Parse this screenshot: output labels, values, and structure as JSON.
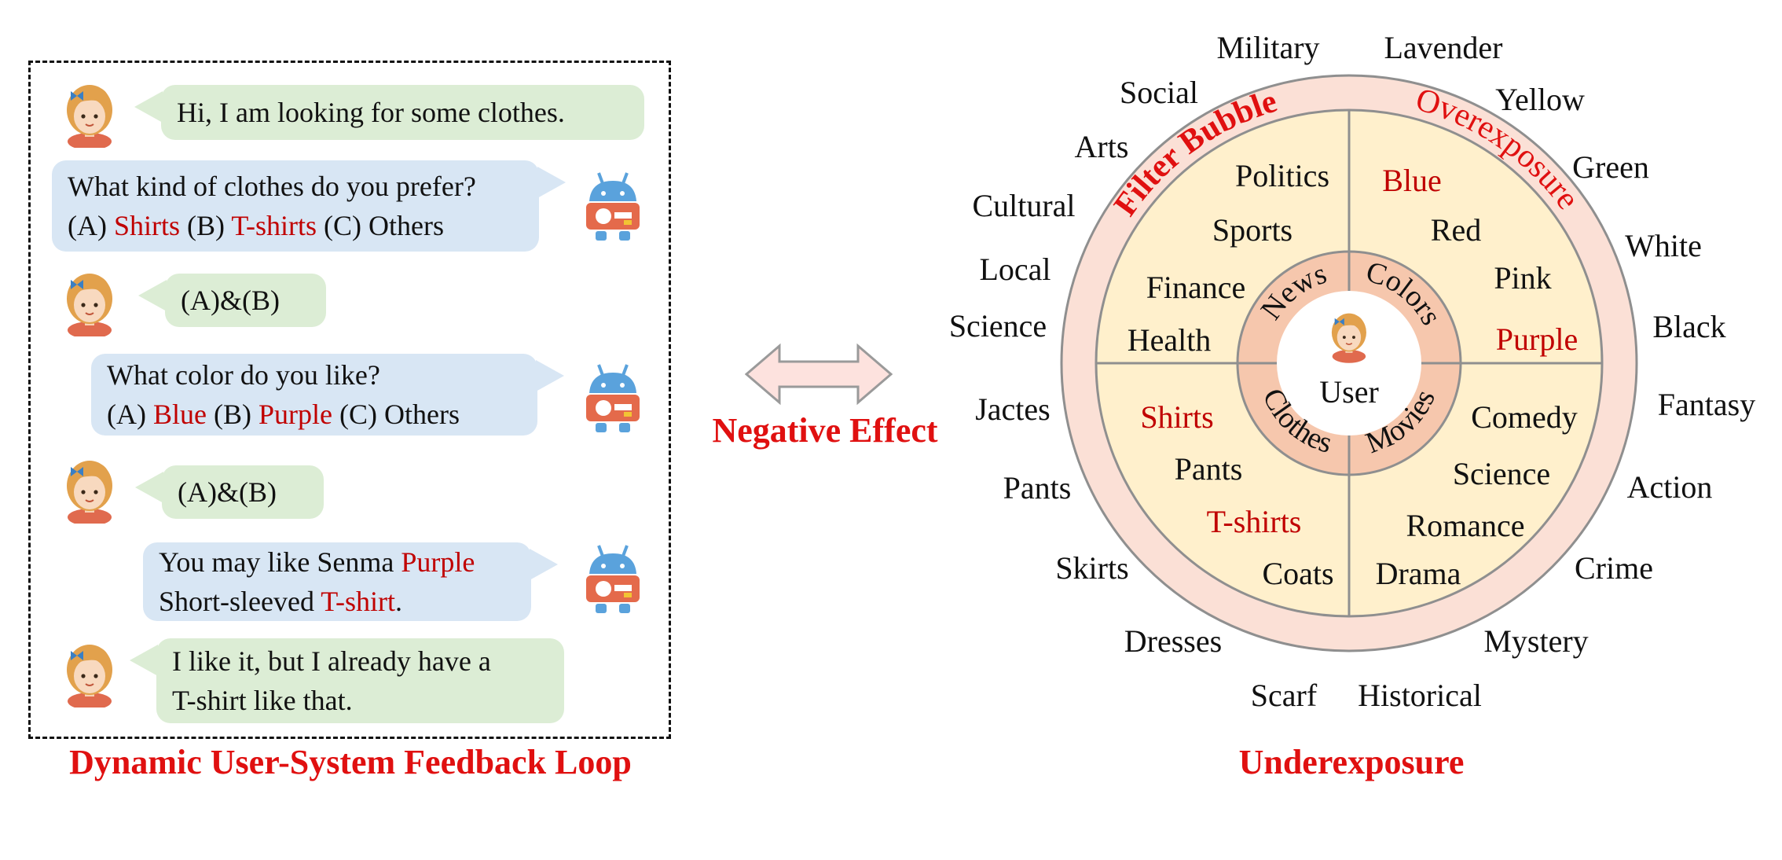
{
  "dialog": {
    "caption": "Dynamic User-System Feedback Loop",
    "turns": [
      {
        "speaker": "user",
        "lines": [
          [
            {
              "t": "Hi, I am looking for some clothes."
            }
          ]
        ]
      },
      {
        "speaker": "system",
        "lines": [
          [
            {
              "t": "What kind of clothes do you prefer?"
            }
          ],
          [
            {
              "t": "(A) "
            },
            {
              "t": "Shirts",
              "hl": true
            },
            {
              "t": " (B) "
            },
            {
              "t": "T-shirts",
              "hl": true
            },
            {
              "t": " (C) Others"
            }
          ]
        ]
      },
      {
        "speaker": "user",
        "lines": [
          [
            {
              "t": "(A)&(B)"
            }
          ]
        ]
      },
      {
        "speaker": "system",
        "lines": [
          [
            {
              "t": "What color do you like?"
            }
          ],
          [
            {
              "t": "(A) "
            },
            {
              "t": "Blue",
              "hl": true
            },
            {
              "t": " (B) "
            },
            {
              "t": "Purple",
              "hl": true
            },
            {
              "t": " (C) Others"
            }
          ]
        ]
      },
      {
        "speaker": "user",
        "lines": [
          [
            {
              "t": "(A)&(B)"
            }
          ]
        ]
      },
      {
        "speaker": "system",
        "lines": [
          [
            {
              "t": "You may like Senma "
            },
            {
              "t": "Purple",
              "hl": true
            }
          ],
          [
            {
              "t": "Short-sleeved "
            },
            {
              "t": "T-shirt",
              "hl": true
            },
            {
              "t": "."
            }
          ]
        ]
      },
      {
        "speaker": "user",
        "lines": [
          [
            {
              "t": "I like it, but I already have a"
            }
          ],
          [
            {
              "t": "T-shirt like that."
            }
          ]
        ]
      }
    ]
  },
  "effect": {
    "label": "Negative Effect"
  },
  "wheel": {
    "center_label": "User",
    "caption": "Underexposure",
    "ring_labels": {
      "left": "Filter Bubble",
      "right": "Overexposure"
    },
    "categories": [
      "News",
      "Colors",
      "Clothes",
      "Movies"
    ],
    "quadrants": {
      "top_left": [
        {
          "t": "Politics"
        },
        {
          "t": "Sports"
        },
        {
          "t": "Finance"
        },
        {
          "t": "Health"
        }
      ],
      "top_right": [
        {
          "t": "Blue",
          "hl": true
        },
        {
          "t": "Red"
        },
        {
          "t": "Pink"
        },
        {
          "t": "Purple",
          "hl": true
        }
      ],
      "bottom_left": [
        {
          "t": "Shirts",
          "hl": true
        },
        {
          "t": "Pants"
        },
        {
          "t": "T-shirts",
          "hl": true
        },
        {
          "t": "Coats"
        }
      ],
      "bottom_right": [
        {
          "t": "Comedy"
        },
        {
          "t": "Science"
        },
        {
          "t": "Romance"
        },
        {
          "t": "Drama"
        }
      ]
    },
    "outer_words": [
      "Military",
      "Lavender",
      "Social",
      "Yellow",
      "Arts",
      "Green",
      "Cultural",
      "White",
      "Local",
      "Black",
      "Science",
      "Fantasy",
      "Jactes",
      "Action",
      "Pants",
      "Crime",
      "Skirts",
      "Mystery",
      "Dresses",
      "Scarf",
      "Historical"
    ]
  },
  "colors": {
    "highlight": "#c00000",
    "caption": "#e01010",
    "user_bubble": "#dcedd5",
    "system_bubble": "#d8e6f4",
    "ring": "#fbe0d6",
    "quadrant": "#fff0cc",
    "inner_ring": "#f6c7ad"
  }
}
